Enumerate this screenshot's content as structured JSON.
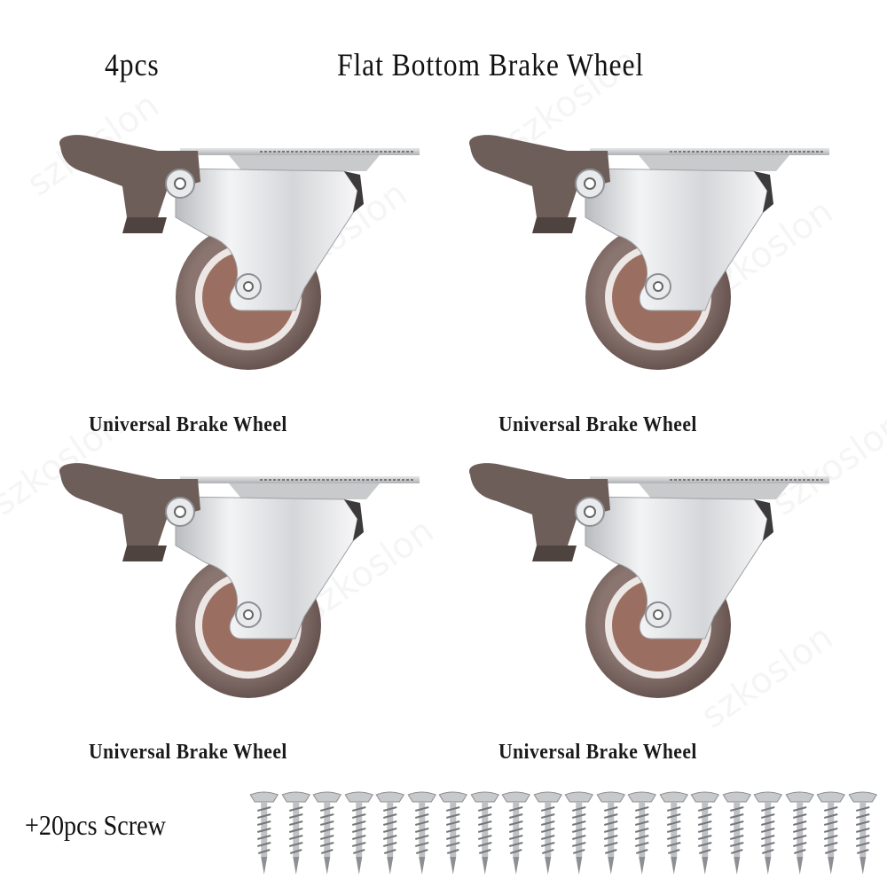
{
  "header": {
    "quantity": "4pcs",
    "title": "Flat Bottom Brake Wheel"
  },
  "casters": [
    {
      "caption": "Universal Brake Wheel"
    },
    {
      "caption": "Universal Brake Wheel"
    },
    {
      "caption": "Universal Brake Wheel"
    },
    {
      "caption": "Universal Brake Wheel"
    }
  ],
  "accessories": {
    "label": "+20pcs Screw",
    "screw_count": 20
  },
  "watermark": "szkoslon",
  "colors": {
    "wheel_tread": "#7a6560",
    "wheel_hub": "#9a6f62",
    "hub_ring": "#ece6e4",
    "brake_lever": "#6e5e5a",
    "bracket_chrome": "#d9dadc",
    "plate": "#cfd0d2"
  }
}
